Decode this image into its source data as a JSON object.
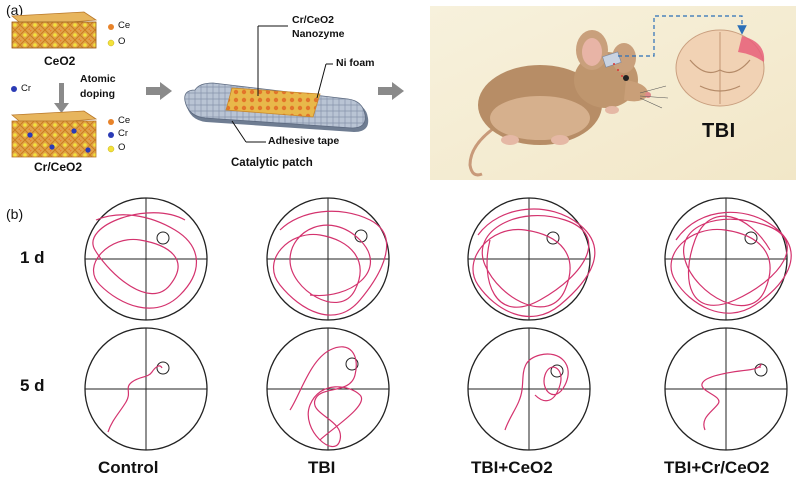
{
  "panel_a": {
    "label": "(a)",
    "ceo2_title": "CeO2",
    "legend_top": [
      {
        "element": "Ce",
        "color": "#e8832a"
      },
      {
        "element": "O",
        "color": "#f3e23a"
      }
    ],
    "dopant": {
      "element": "Cr",
      "color": "#2b3bb5"
    },
    "doping_label": [
      "Atomic",
      "doping"
    ],
    "legend_bottom": [
      {
        "element": "Ce",
        "color": "#e8832a"
      },
      {
        "element": "Cr",
        "color": "#2b3bb5"
      },
      {
        "element": "O",
        "color": "#f3e23a"
      }
    ],
    "crceo2_title": "Cr/CeO2",
    "nanozyme_label": [
      "Cr/CeO2",
      "Nanozyme"
    ],
    "ni_foam_label": "Ni foam",
    "adhesive_label": "Adhesive tape",
    "patch_caption": "Catalytic patch",
    "tbi_label": "TBI"
  },
  "panel_b": {
    "label": "(b)",
    "rows": [
      "1 d",
      "5 d"
    ],
    "groups": [
      "Control",
      "TBI",
      "TBI+CeO2",
      "TBI+Cr/CeO2"
    ],
    "path_color": "#d4336e"
  }
}
